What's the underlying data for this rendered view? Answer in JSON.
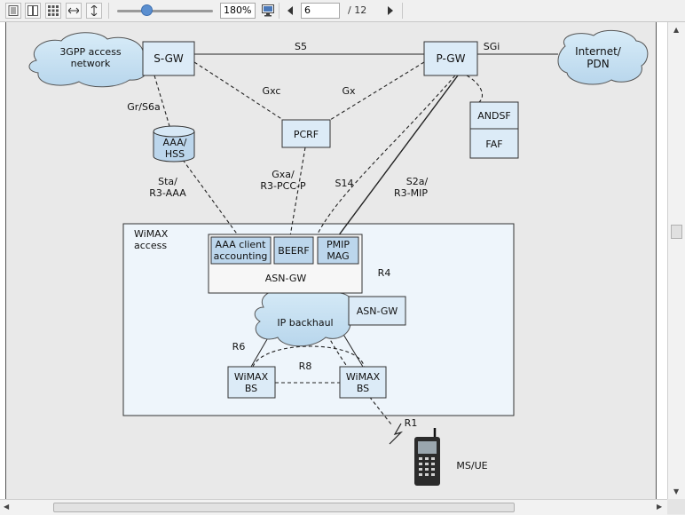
{
  "toolbar": {
    "zoom": "180%",
    "page_current": "6",
    "page_total": "/   12",
    "icons": [
      "single-page-icon",
      "two-page-icon",
      "thumbnails-icon",
      "fit-width-icon",
      "fit-height-icon",
      "zoom-slider",
      "monitor-icon",
      "prev-page-icon",
      "next-page-icon"
    ]
  },
  "diagram": {
    "nodes": {
      "access_3gpp": "3GPP access\nnetwork",
      "sgw": "S-GW",
      "pgw": "P-GW",
      "internet": "Internet/\nPDN",
      "aaa_hss": "AAA/\nHSS",
      "pcrf": "PCRF",
      "andsf": "ANDSF",
      "faf": "FAF",
      "wimax_access": "WiMAX\naccess",
      "aaa_client": "AAA client\naccounting",
      "beerf": "BEERF",
      "pmip_mag": "PMIP\nMAG",
      "asn_gw_main": "ASN-GW",
      "asn_gw_side": "ASN-GW",
      "ip_backhaul": "IP backhaul",
      "bs_left": "WiMAX\nBS",
      "bs_right": "WiMAX\nBS",
      "ms_ue": "MS/UE"
    },
    "links": {
      "s5": "S5",
      "sgi": "SGi",
      "gr_s6a": "Gr/S6a",
      "gxc": "Gxc",
      "gx": "Gx",
      "sta": "Sta/\nR3-AAA",
      "gxa": "Gxa/\nR3-PCC-P",
      "s14": "S14",
      "s2a": "S2a/\nR3-MIP",
      "r4": "R4",
      "r6": "R6",
      "r8": "R8",
      "r1": "R1"
    }
  }
}
